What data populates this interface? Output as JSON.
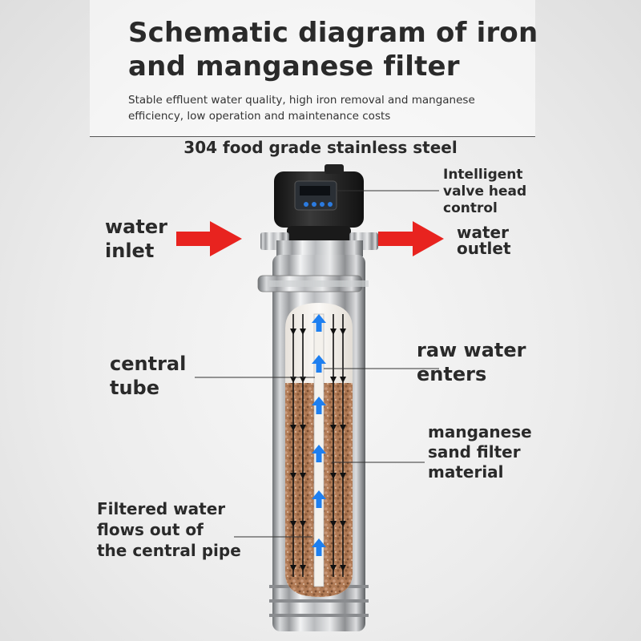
{
  "header": {
    "title_line1": "Schematic diagram of iron",
    "title_line2": "and manganese filter",
    "subtitle_line1": "Stable effluent water quality, high iron removal and manganese",
    "subtitle_line2": "efficiency, low operation and maintenance costs"
  },
  "material_label": "304 food grade stainless steel",
  "labels": {
    "valve_line1": "Intelligent",
    "valve_line2": "valve head",
    "valve_line3": "control",
    "inlet_line1": "water",
    "inlet_line2": "inlet",
    "outlet_line1": "water",
    "outlet_line2": "outlet",
    "raw_line1": "raw water",
    "raw_line2": "enters",
    "central_line1": "central",
    "central_line2": "tube",
    "sand_line1": "manganese",
    "sand_line2": "sand filter",
    "sand_line3": "material",
    "filtered_line1": "Filtered water",
    "filtered_line2": "flows out of",
    "filtered_line3": "the central pipe"
  },
  "colors": {
    "arrow_red": "#e8231f",
    "flow_blue": "#1e7ff0",
    "sand": "#b07a55",
    "steel": "#c9cbcd",
    "valve_black": "#1c1c1c"
  },
  "icons": [
    "red-arrow-icon",
    "blue-up-arrow-icon",
    "black-down-arrow-icon"
  ]
}
